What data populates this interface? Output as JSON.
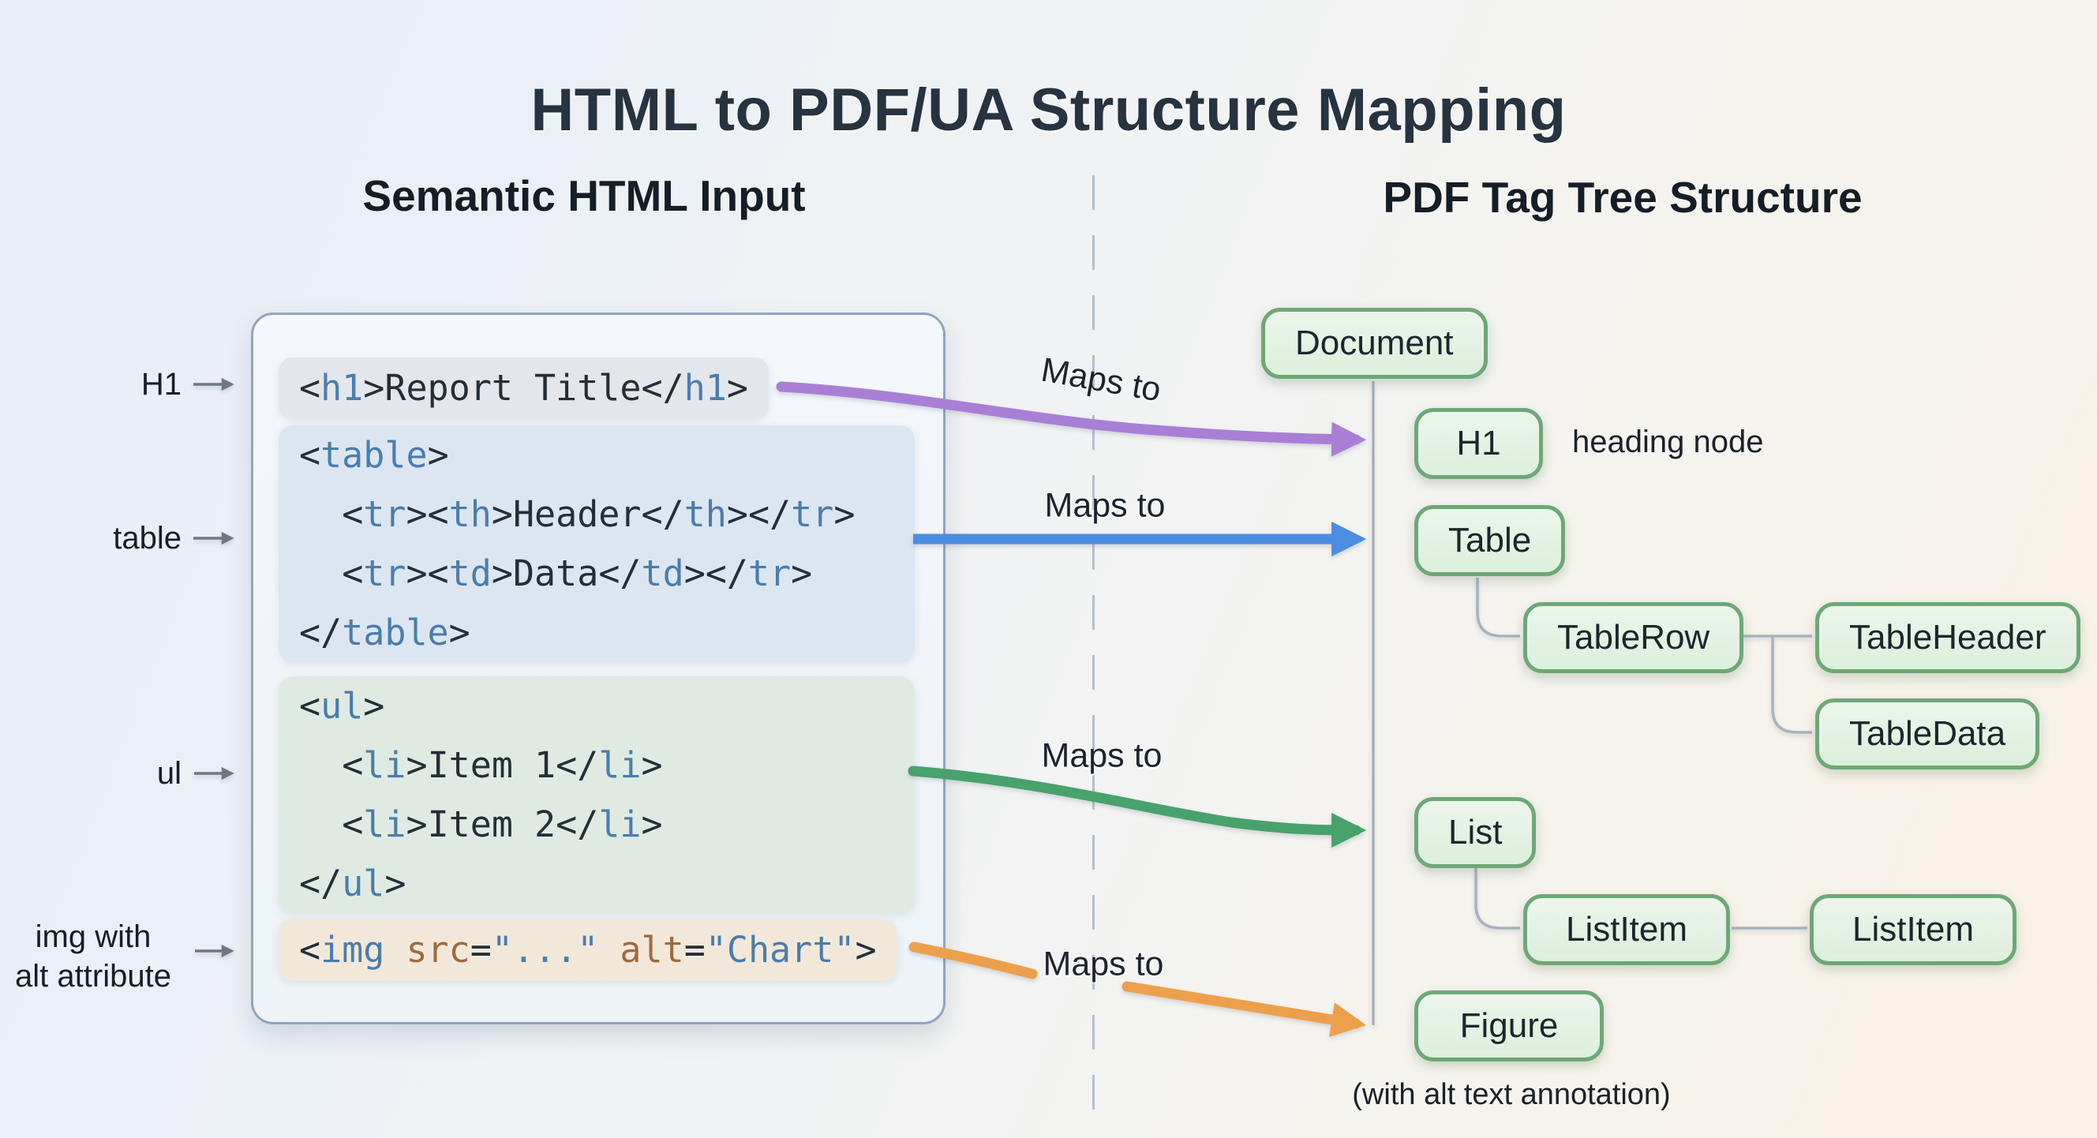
{
  "title": "HTML to PDF/UA Structure Mapping",
  "columns": {
    "left_heading": "Semantic HTML Input",
    "right_heading": "PDF Tag Tree Structure"
  },
  "map_labels": [
    "Maps to",
    "Maps to",
    "Maps to",
    "Maps to"
  ],
  "annotations": {
    "h1_note": "heading node",
    "figure_note": "(with alt text annotation)"
  },
  "side_labels": [
    {
      "lines": [
        "H1"
      ]
    },
    {
      "lines": [
        "table"
      ]
    },
    {
      "lines": [
        "ul"
      ]
    },
    {
      "lines": [
        "img with",
        "alt attribute"
      ]
    }
  ],
  "code_blocks": [
    {
      "style": "gray",
      "lines": [
        [
          [
            "<",
            "plain"
          ],
          [
            "h1",
            "tag"
          ],
          [
            ">",
            "plain"
          ],
          [
            "Report Title",
            "plain"
          ],
          [
            "</",
            "plain"
          ],
          [
            "h1",
            "tag"
          ],
          [
            ">",
            "plain"
          ]
        ]
      ]
    },
    {
      "style": "blue",
      "lines": [
        [
          [
            "<",
            "plain"
          ],
          [
            "table",
            "tag"
          ],
          [
            ">",
            "plain"
          ]
        ],
        [
          [
            "  ",
            "plain"
          ],
          [
            "<",
            "plain"
          ],
          [
            "tr",
            "tag"
          ],
          [
            "><",
            "plain"
          ],
          [
            "th",
            "tag"
          ],
          [
            ">",
            "plain"
          ],
          [
            "Header",
            "plain"
          ],
          [
            "</",
            "plain"
          ],
          [
            "th",
            "tag"
          ],
          [
            "></",
            "plain"
          ],
          [
            "tr",
            "tag"
          ],
          [
            ">",
            "plain"
          ]
        ],
        [
          [
            "  ",
            "plain"
          ],
          [
            "<",
            "plain"
          ],
          [
            "tr",
            "tag"
          ],
          [
            "><",
            "plain"
          ],
          [
            "td",
            "tag"
          ],
          [
            ">",
            "plain"
          ],
          [
            "Data",
            "plain"
          ],
          [
            "</",
            "plain"
          ],
          [
            "td",
            "tag"
          ],
          [
            "></",
            "plain"
          ],
          [
            "tr",
            "tag"
          ],
          [
            ">",
            "plain"
          ]
        ],
        [
          [
            "</",
            "plain"
          ],
          [
            "table",
            "tag"
          ],
          [
            ">",
            "plain"
          ]
        ]
      ]
    },
    {
      "style": "green",
      "lines": [
        [
          [
            "<",
            "plain"
          ],
          [
            "ul",
            "tag"
          ],
          [
            ">",
            "plain"
          ]
        ],
        [
          [
            "  ",
            "plain"
          ],
          [
            "<",
            "plain"
          ],
          [
            "li",
            "tag"
          ],
          [
            ">",
            "plain"
          ],
          [
            "Item 1",
            "plain"
          ],
          [
            "</",
            "plain"
          ],
          [
            "li",
            "tag"
          ],
          [
            ">",
            "plain"
          ]
        ],
        [
          [
            "  ",
            "plain"
          ],
          [
            "<",
            "plain"
          ],
          [
            "li",
            "tag"
          ],
          [
            ">",
            "plain"
          ],
          [
            "Item 2",
            "plain"
          ],
          [
            "</",
            "plain"
          ],
          [
            "li",
            "tag"
          ],
          [
            ">",
            "plain"
          ]
        ],
        [
          [
            "</",
            "plain"
          ],
          [
            "ul",
            "tag"
          ],
          [
            ">",
            "plain"
          ]
        ]
      ]
    },
    {
      "style": "tan",
      "lines": [
        [
          [
            "<",
            "plain"
          ],
          [
            "img",
            "tag"
          ],
          [
            " ",
            "plain"
          ],
          [
            "src",
            "attr"
          ],
          [
            "=",
            "plain"
          ],
          [
            "\"...\"",
            "value"
          ],
          [
            " ",
            "plain"
          ],
          [
            "alt",
            "attr"
          ],
          [
            "=",
            "plain"
          ],
          [
            "\"Chart\"",
            "value"
          ],
          [
            ">",
            "plain"
          ]
        ]
      ]
    }
  ],
  "tree_nodes": [
    {
      "label": "Document"
    },
    {
      "label": "H1"
    },
    {
      "label": "Table"
    },
    {
      "label": "TableRow"
    },
    {
      "label": "TableHeader"
    },
    {
      "label": "TableData"
    },
    {
      "label": "List"
    },
    {
      "label": "ListItem"
    },
    {
      "label": "ListItem"
    },
    {
      "label": "Figure"
    }
  ],
  "colors": {
    "arrow_purple": "#a97fd6",
    "arrow_blue": "#4b8de0",
    "arrow_green": "#47a26c",
    "arrow_orange": "#eda04b",
    "pointer_gray": "#6d7884",
    "connector_gray": "#a9b3bf",
    "node_border": "#6ea877",
    "node_fill": "#e4f2e4",
    "code_tag_blue": "#4a7dad",
    "code_attr_brown": "#a06a3f"
  }
}
